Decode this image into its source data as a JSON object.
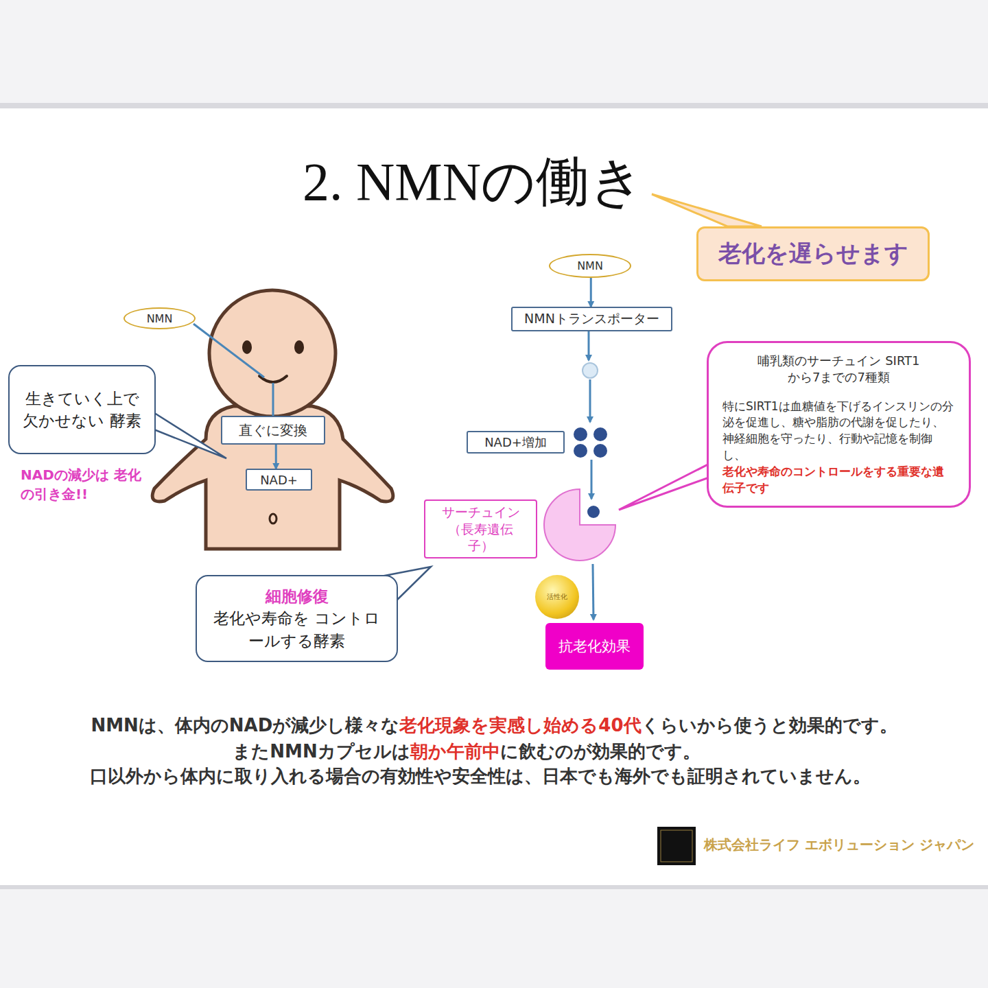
{
  "diagram": {
    "title": "2. NMNの働き",
    "nodes": [
      {
        "text": [
          "老化を遅らせます"
        ]
      },
      {
        "text": [
          "NMN"
        ]
      },
      {
        "text": [
          "NMNトランスポーター"
        ]
      },
      {
        "text": [
          "NMN"
        ]
      },
      {
        "text": [
          "生きていく上で 欠かせない 酵素"
        ]
      },
      {
        "text": [
          "直ぐに変換"
        ]
      },
      {
        "text": [
          "NAD+増加"
        ]
      },
      {
        "text": [
          "NAD+"
        ]
      },
      {
        "text": [
          "哺乳類のサーチュイン SIRT1から7までの7種類",
          "特にSIRT1は血糖値を下げるインスリンの分泌を促進し、糖や脂肪の代謝を促したり、神経細胞を守ったり、行動や記憶を制御し、",
          "老化や寿命のコントロールをする重要な遺伝子です"
        ]
      },
      {
        "text": [
          "サーチュイン （長寿遺伝子）"
        ]
      },
      {
        "text": [
          "細胞修復",
          "老化や寿命を コントロールする酵素"
        ]
      },
      {
        "text": [
          "活性化"
        ]
      },
      {
        "text": [
          "抗老化効果"
        ]
      }
    ],
    "edges": [
      {
        "from": 1,
        "to": 2,
        "arrow": "to"
      },
      {
        "from": 5,
        "to": 7,
        "arrow": "to"
      }
    ],
    "labels": [
      "NADの減少は 老化の引き金!!",
      "NMNは、体内のNADが減少し様々な",
      "老化現象を実感し始める40代",
      "くらいから使うと効果的です。",
      "またNMNカプセルは",
      "朝か午前中",
      "に飲むのが効果的です。",
      "口以外から体内に取り入れる場合の有効性や安全性は、日本でも海外でも証明されていません。",
      "株式会社ライフ エボリューション ジャパン"
    ]
  }
}
